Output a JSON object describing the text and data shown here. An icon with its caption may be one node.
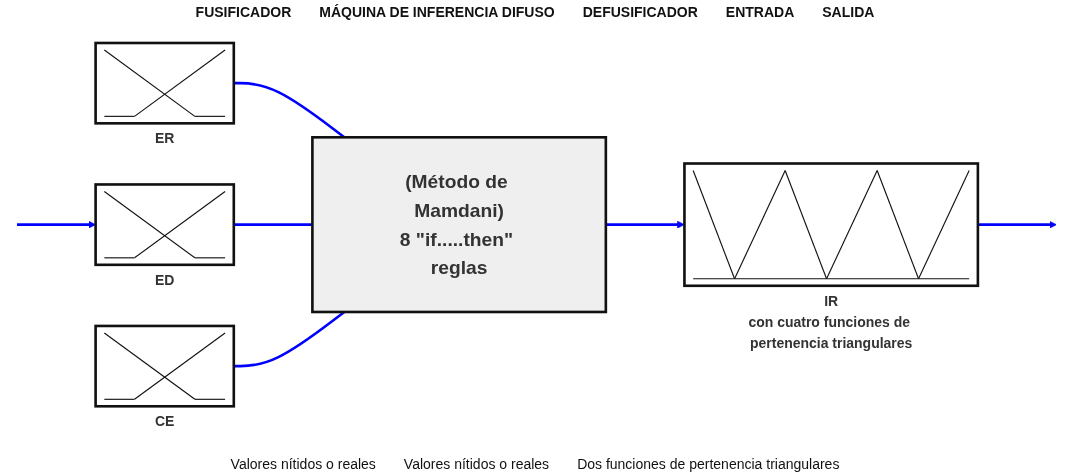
{
  "diagram": {
    "nodes": [
      {
        "text": [],
        "shape": "picture",
        "beside": [
          "ER"
        ]
      },
      {
        "text": [],
        "shape": "picture",
        "beside": [
          "ED"
        ]
      },
      {
        "text": [],
        "shape": "picture",
        "beside": [
          "CE"
        ]
      },
      {
        "text": [
          "(Método de Mamdani)",
          "8 \"if.....then\" reglas"
        ]
      },
      {
        "text": [],
        "shape": "picture",
        "beside": [
          "IR",
          "con cuatro funciones de pertenencia triangulares"
        ]
      }
    ],
    "edges": [
      {
        "from": null,
        "to": 1,
        "arrow": "to"
      },
      {
        "from": 0,
        "to": 3,
        "arrow": "none"
      },
      {
        "from": 1,
        "to": 3,
        "arrow": "none"
      },
      {
        "from": 2,
        "to": 3,
        "arrow": "none"
      },
      {
        "from": 3,
        "to": 4,
        "arrow": "to"
      },
      {
        "from": 4,
        "to": null,
        "arrow": "to"
      }
    ],
    "labels": [
      "FUSIFICADOR",
      "MÁQUINA DE INFERENCIA DIFUSO",
      "DEFUSIFICADOR",
      "ENTRADA",
      "SALIDA",
      "Valores nítidos o reales",
      "Valores nítidos o reales",
      "Dos funciones de pertenencia triangulares"
    ]
  }
}
